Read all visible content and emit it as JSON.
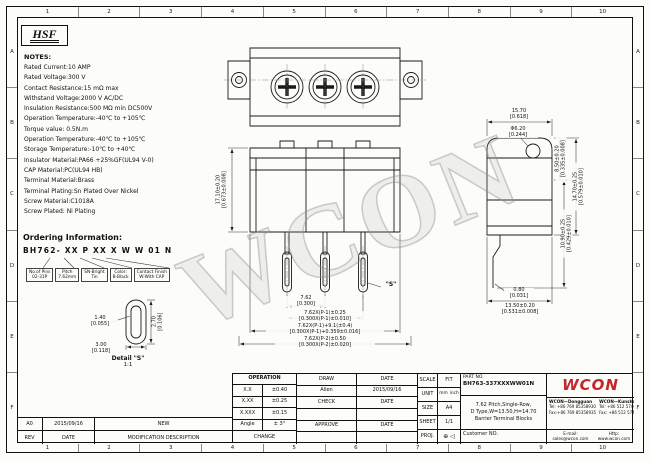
{
  "border": {
    "cols": [
      "1",
      "2",
      "3",
      "4",
      "5",
      "6",
      "7",
      "8",
      "9",
      "10"
    ],
    "rows": [
      "A",
      "B",
      "C",
      "D",
      "E",
      "F"
    ]
  },
  "logo": "HSF",
  "watermark": "WCON",
  "notes": {
    "title": "NOTES:",
    "lines": [
      "Rated Current:10 AMP",
      "Rated Voltage:300 V",
      "Contact Resistance:15 mΩ max",
      "Withstand Voltage:2000 V AC/DC",
      "Insulation Resistance:500 MΩ min DC500V",
      "Operation Temperature:-40℃ to +105℃",
      "Torque value: 0.5N.m",
      "Operation Temperature:-40℃ to +105℃",
      "Storage Temperature:-10℃ to +40℃",
      "",
      "Insulator Material:PA66 +25%GF(UL94 V-0)",
      "CAP Material:PC(UL94 HB)",
      "Terminal Material:Brass",
      "Terminal Plating:Sn Plated Over Nickel",
      "Screw Material:C1018A",
      "Screw Plated: Ni Plating"
    ]
  },
  "ordering": {
    "title": "Ordering Information:",
    "code": "BH762- XX P XX X W W 01 N",
    "legend": [
      {
        "l1": "No.of Pins",
        "l2": "02-31P"
      },
      {
        "l1": "Pitch",
        "l2": "7.62mm"
      },
      {
        "l1": "SN-Bright",
        "l2": "Tin"
      },
      {
        "l1": "Color:",
        "l2": "B-Black"
      },
      {
        "l1": "Contact Finish",
        "l2": "W-With CAP"
      }
    ]
  },
  "dims": {
    "d1570": {
      "mm": "15.70",
      "inch": "[0.618]"
    },
    "d620": {
      "mm": "Φ6.20",
      "inch": "[0.244]"
    },
    "d1710": {
      "mm": "17.10±0.20",
      "inch": "[0.673±0.008]"
    },
    "d850": {
      "mm": "8.50±0.20",
      "inch": "[0.335±0.008]"
    },
    "d1470": {
      "mm": "14.70±0.25",
      "inch": "[0.579±0.010]"
    },
    "d1090": {
      "mm": "10.90±0.25",
      "inch": "[0.429±0.010]"
    },
    "d080": {
      "mm": "0.80",
      "inch": "[0.031]"
    },
    "d1350": {
      "mm": "13.50±0.20",
      "inch": "[0.531±0.008]"
    },
    "d762": {
      "mm": "7.62",
      "inch": "[0.300]"
    },
    "dp1": {
      "mm": "7.62X(P-1)±0.25",
      "inch": "[0.300X(P-1)±0.010]"
    },
    "dp1b": {
      "mm": "7.62X(P-1)+9.1(±0.4)",
      "inch": "[0.300X(P-1)+0.359±0.016]"
    },
    "dp2": {
      "mm": "7.62X(P-2)±0.50",
      "inch": "[0.300X(P-2)±0.020]"
    },
    "s": "\"S\""
  },
  "detail": {
    "caption": "Detail \"S\"",
    "scale": "1:1",
    "d140": {
      "mm": "1.40",
      "inch": "[0.055]"
    },
    "d300": {
      "mm": "3.00",
      "inch": "[0.118]"
    },
    "d270": {
      "mm": "2.70",
      "inch": "[0.106]"
    }
  },
  "tb": {
    "operation": {
      "header": "OPERATION",
      "rows": [
        {
          "k": "X.X",
          "v": "±0.40"
        },
        {
          "k": "X.XX",
          "v": "±0.25"
        },
        {
          "k": "X.XXX",
          "v": "±0.15"
        },
        {
          "k": "Angle",
          "v": "± 3°"
        }
      ]
    },
    "sign": {
      "r0l": "DRAW",
      "r0r": "DATE",
      "r1l": "Allen",
      "r1r": "2015/09/16",
      "r2l": "CHECK",
      "r2r": "DATE",
      "r4l": "APPROVE",
      "r4r": "DATE"
    },
    "info": {
      "scale": "SCALE",
      "fit": "FIT",
      "unit": "UNIT",
      "mm": "mm",
      "inch": "inch",
      "size_l": "SIZE",
      "size": "A4",
      "sheet_l": "SHEET",
      "sheet": "1/1",
      "proj_l": "PROJ.",
      "proj": "⊕ ◁"
    },
    "part": {
      "label": "PART NO.",
      "value": "BH763-337XXXWW01N",
      "desc1": "7.62 Pitch,Single-Row,",
      "desc2": "D Type,W=13.50,H=14.70",
      "desc3": "Barrier Terminal Blocks",
      "customer": "Customer NO."
    },
    "wcon": {
      "logo": "WCON",
      "dg": "WCON—Dongguan",
      "dg_tel": "Tel: +86 769 85358930",
      "dg_fax": "Fax:+86 769 85358935",
      "ks": "WCON—Kunshan",
      "ks_tel": "Tel: +86 512 57468468",
      "ks_fax": "Fax: +86 512 57468468",
      "email": "E-mail: sales@wcon.com",
      "web": "Http: www.wcon.com"
    }
  },
  "rev": {
    "rev": "A0",
    "date": "2015/09/16",
    "desc": "NEW",
    "h_rev": "REV",
    "h_date": "DATE",
    "h_desc": "MODIFICATION  DESCRIPTION",
    "change": "CHANGE"
  }
}
